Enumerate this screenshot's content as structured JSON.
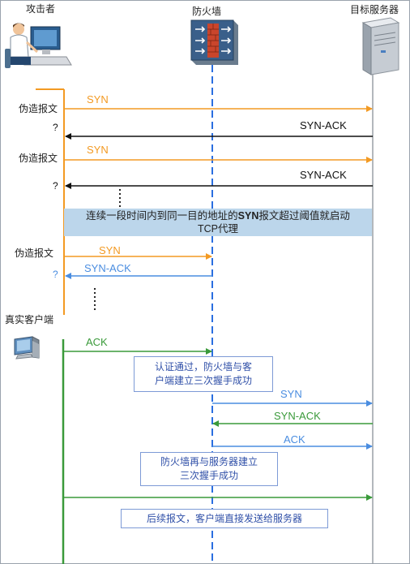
{
  "participants": {
    "attacker": "攻击者",
    "firewall": "防火墙",
    "server": "目标服务器",
    "client": "真实客户端"
  },
  "annotations": {
    "forged": "伪造报文",
    "question": "?"
  },
  "messages": [
    {
      "label": "SYN"
    },
    {
      "label": "SYN-ACK"
    },
    {
      "label": "SYN"
    },
    {
      "label": "SYN-ACK"
    },
    {
      "label": "SYN"
    },
    {
      "label": "SYN-ACK"
    },
    {
      "label": "ACK"
    },
    {
      "label": "SYN"
    },
    {
      "label": "SYN-ACK"
    },
    {
      "label": "ACK"
    }
  ],
  "band": {
    "prefix": "连续一段时间内到同一目的地址的",
    "syn": "SYN",
    "suffix": "报文超过阈值就启动",
    "line2": "TCP代理"
  },
  "notes": {
    "auth_line1": "认证通过，防火墙与客",
    "auth_line2": "户端建立三次握手成功",
    "server_line1": "防火墙再与服务器建立",
    "server_line2": "三次握手成功",
    "subsequent": "后续报文，客户端直接发送给服务器"
  },
  "colors": {
    "attacker_traffic": "#f39a23",
    "server_reply": "#111111",
    "firewall_traffic": "#4a8de0",
    "client_traffic": "#3a9a3a",
    "firewall_lifeline": "#2a6ee0",
    "threshold_band": "#bcd6eb"
  }
}
